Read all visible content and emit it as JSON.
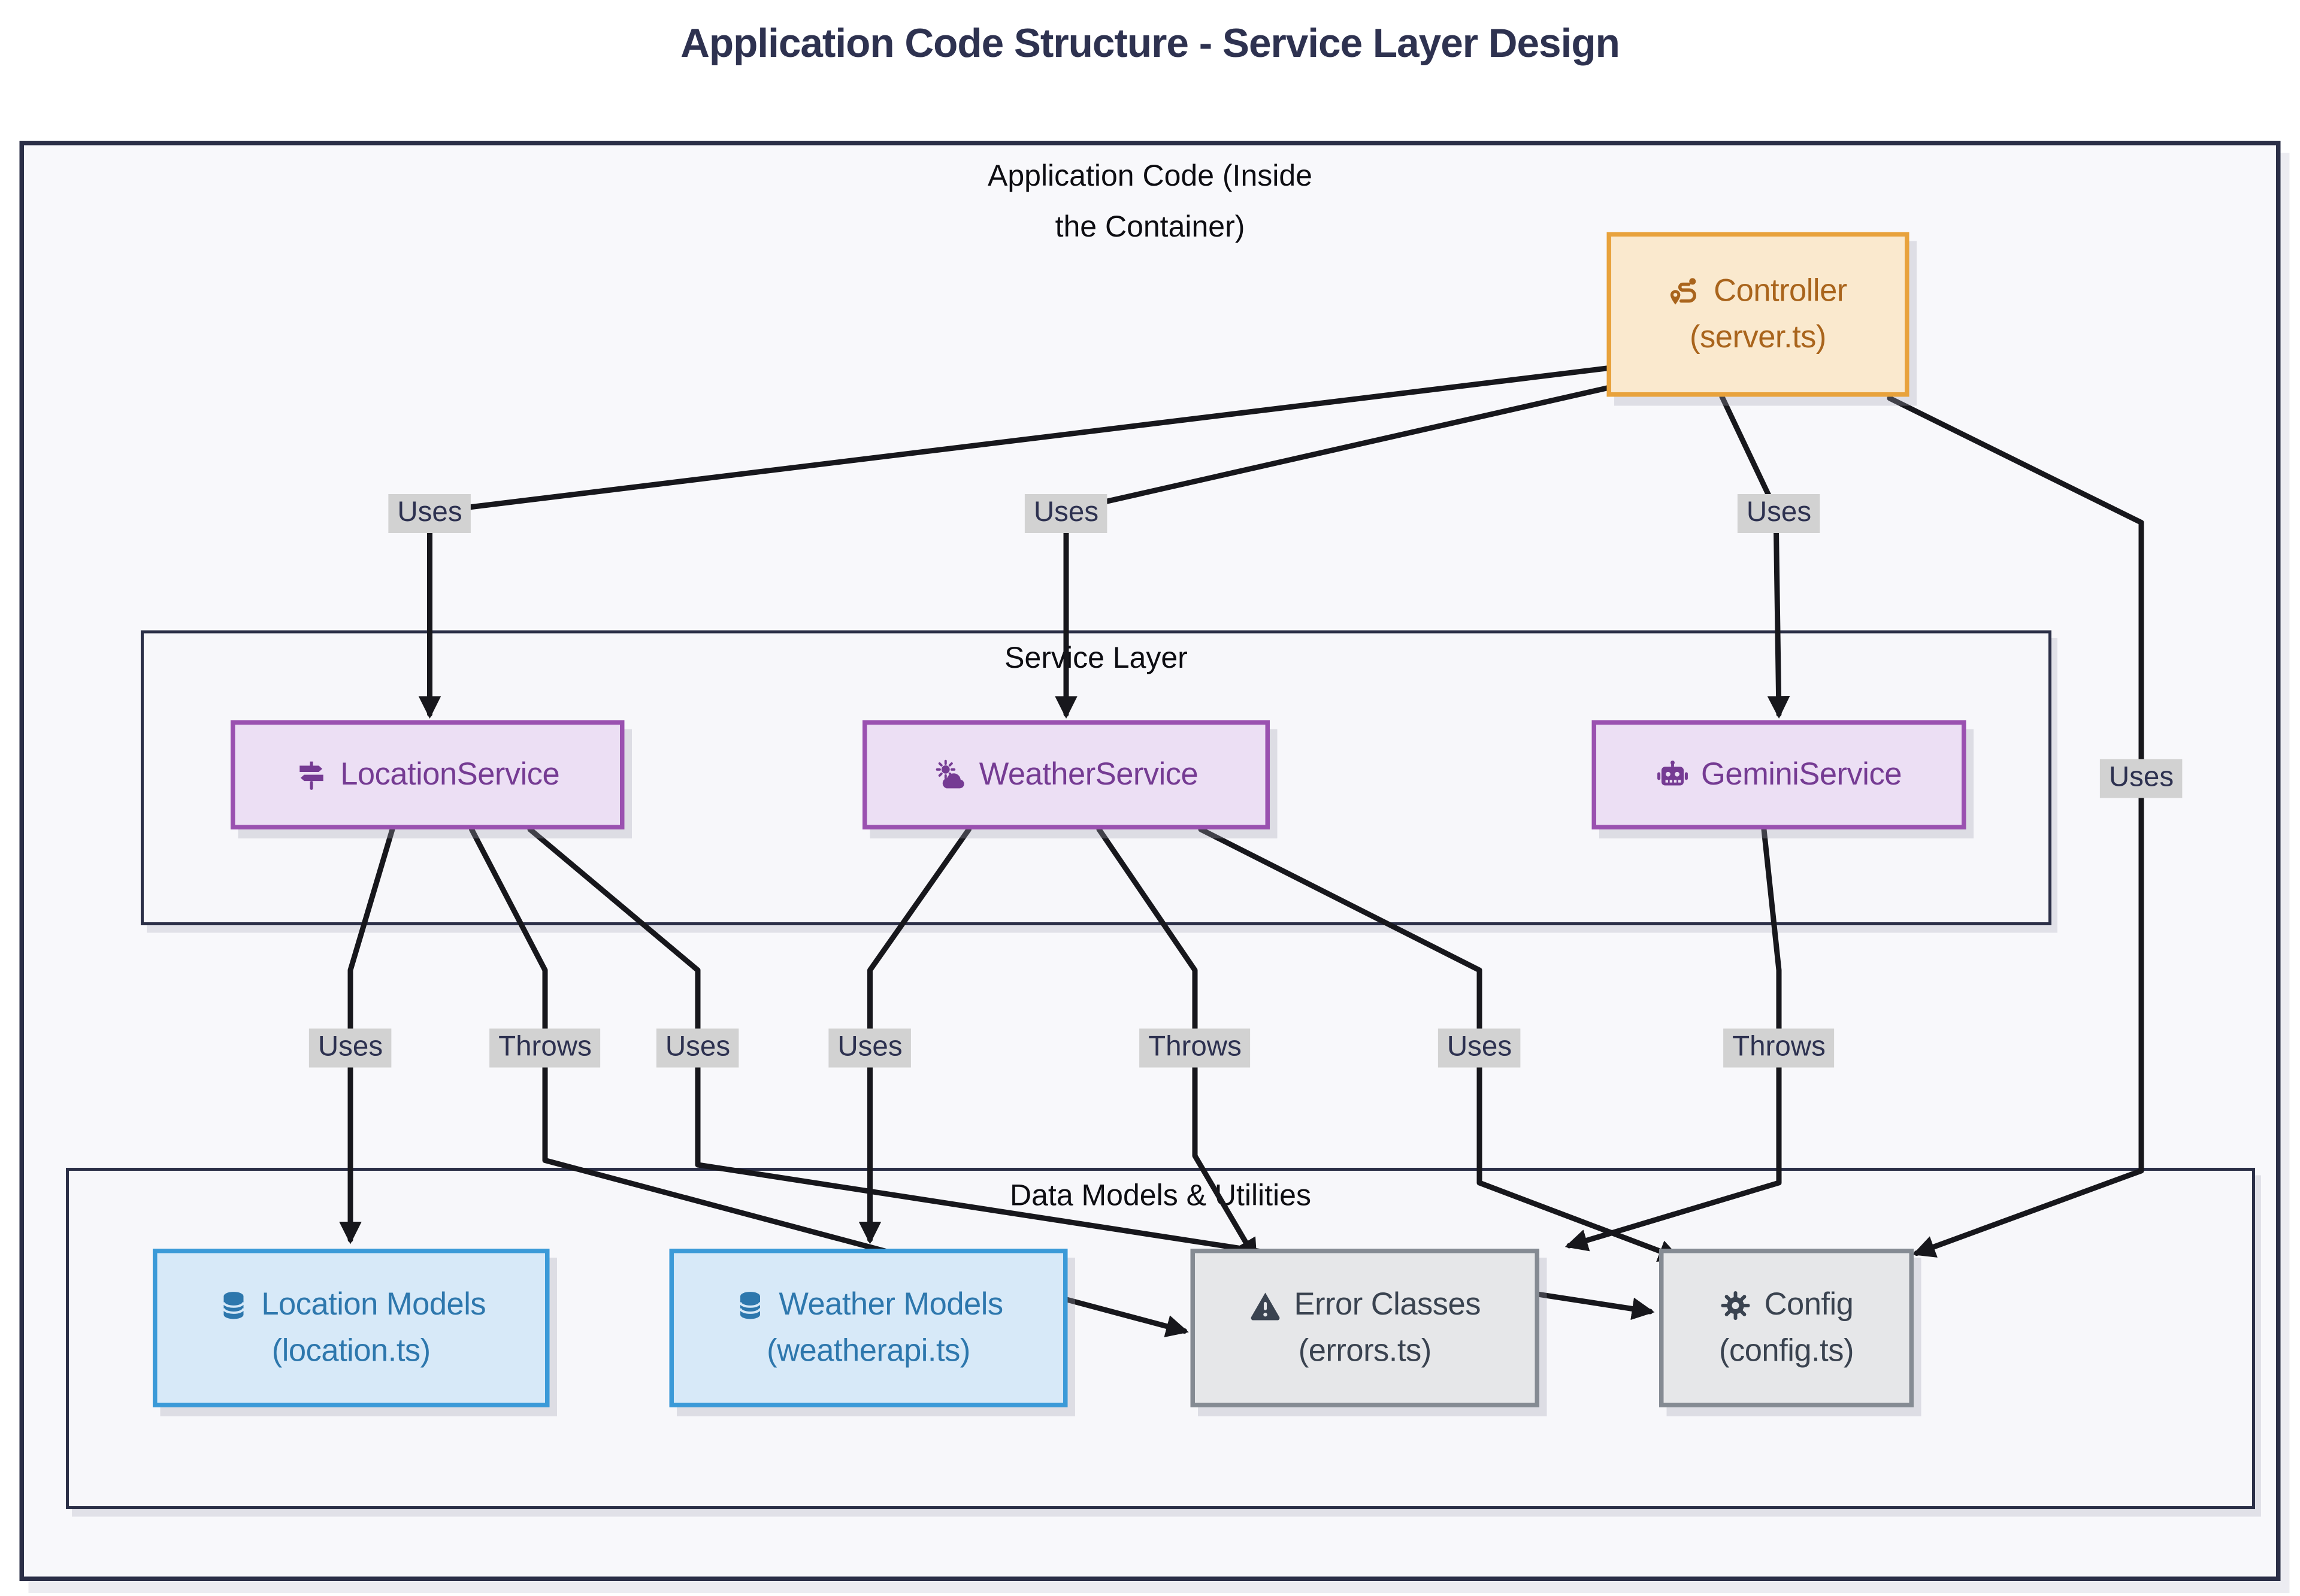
{
  "title": "Application Code Structure - Service Layer Design",
  "containers": {
    "app_code": {
      "label_line1": "Application Code (Inside",
      "label_line2": "the Container)"
    },
    "service_layer": {
      "label": "Service Layer"
    },
    "data_models": {
      "label": "Data Models & Utilities"
    }
  },
  "nodes": {
    "controller": {
      "line1": "Controller",
      "line2": "(server.ts)",
      "icon": "route-icon"
    },
    "location_service": {
      "label": "LocationService",
      "icon": "signpost-icon"
    },
    "weather_service": {
      "label": "WeatherService",
      "icon": "cloud-sun-icon"
    },
    "gemini_service": {
      "label": "GeminiService",
      "icon": "robot-icon"
    },
    "location_models": {
      "line1": "Location Models",
      "line2": "(location.ts)",
      "icon": "database-icon"
    },
    "weather_models": {
      "line1": "Weather Models",
      "line2": "(weatherapi.ts)",
      "icon": "database-icon"
    },
    "error_classes": {
      "line1": "Error Classes",
      "line2": "(errors.ts)",
      "icon": "warning-icon"
    },
    "config": {
      "line1": "Config",
      "line2": "(config.ts)",
      "icon": "gear-icon"
    }
  },
  "edge_labels": {
    "controller_location": "Uses",
    "controller_weather": "Uses",
    "controller_gemini": "Uses",
    "controller_config": "Uses",
    "location_models": "Uses",
    "location_errors": "Throws",
    "location_config": "Uses",
    "weather_models": "Uses",
    "weather_errors": "Throws",
    "weather_config": "Uses",
    "gemini_errors": "Throws"
  },
  "edges": [
    {
      "from": "Controller (server.ts)",
      "to": "LocationService",
      "label": "Uses"
    },
    {
      "from": "Controller (server.ts)",
      "to": "WeatherService",
      "label": "Uses"
    },
    {
      "from": "Controller (server.ts)",
      "to": "GeminiService",
      "label": "Uses"
    },
    {
      "from": "Controller (server.ts)",
      "to": "Config (config.ts)",
      "label": "Uses"
    },
    {
      "from": "LocationService",
      "to": "Location Models (location.ts)",
      "label": "Uses"
    },
    {
      "from": "LocationService",
      "to": "Error Classes (errors.ts)",
      "label": "Throws"
    },
    {
      "from": "LocationService",
      "to": "Config (config.ts)",
      "label": "Uses"
    },
    {
      "from": "WeatherService",
      "to": "Weather Models (weatherapi.ts)",
      "label": "Uses"
    },
    {
      "from": "WeatherService",
      "to": "Error Classes (errors.ts)",
      "label": "Throws"
    },
    {
      "from": "WeatherService",
      "to": "Config (config.ts)",
      "label": "Uses"
    },
    {
      "from": "GeminiService",
      "to": "Error Classes (errors.ts)",
      "label": "Throws"
    }
  ],
  "colors": {
    "controller_border": "#e8a23c",
    "controller_fill": "#fae9ce",
    "controller_text": "#a9641c",
    "service_border": "#9a51b0",
    "service_fill": "#ecdff4",
    "service_text": "#753b93",
    "model_border": "#3b9ad8",
    "model_fill": "#d7e9f8",
    "model_text": "#2d77ad",
    "util_border": "#858b93",
    "util_fill": "#e6e7e9",
    "util_text": "#3a4350",
    "container_border": "#2b2f47",
    "edge": "#17171c",
    "edge_label_bg": "#d2d2d2"
  }
}
